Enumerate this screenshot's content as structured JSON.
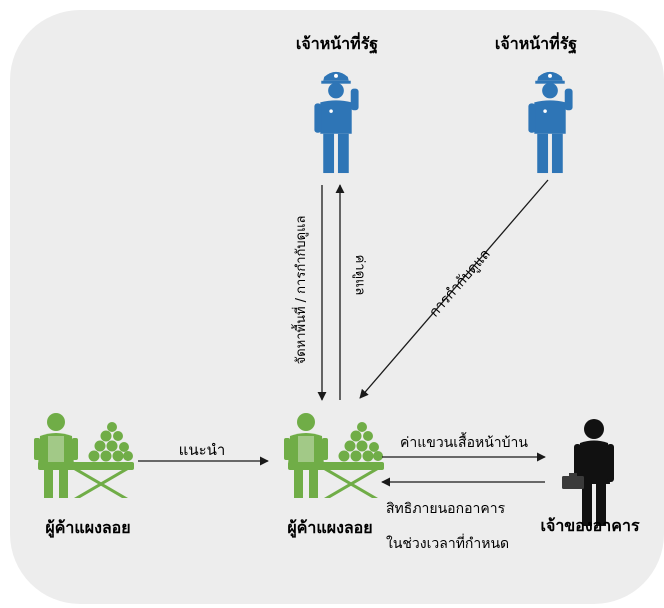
{
  "officials": [
    {
      "label": "เจ้าหน้าที่รัฐ"
    },
    {
      "label": "เจ้าหน้าที่รัฐ"
    }
  ],
  "vendor_left": {
    "label": "ผู้ค้าแผงลอย"
  },
  "vendor_center": {
    "label": "ผู้ค้าแผงลอย"
  },
  "owner": {
    "label": "เจ้าของอาคาร"
  },
  "arrows": {
    "recommend": "แนะนำ",
    "rent_fee": "ค่าแขวนเสื้อหน้าบ้าน",
    "right_line1": "สิทธิภายนอกอาคาร",
    "right_line2": "ในช่วงเวลาที่กำหนด",
    "assign_supervise": "จัดหาพื้นที่ / การกำกับดูแล",
    "bribe": "ค่าดูแล",
    "supervise": "การกำกับดูแล"
  },
  "colors": {
    "official_blue": "#2e75b6",
    "vendor_green": "#70ad47",
    "panel_bg": "#ededed",
    "owner_black": "#111111"
  }
}
